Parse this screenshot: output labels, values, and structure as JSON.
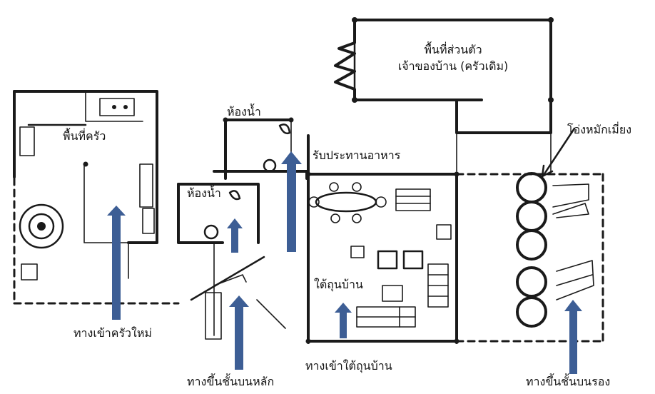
{
  "labels": {
    "kitchen": "พื้นที่ครัว",
    "bathroom_top": "ห้องน้ำ",
    "bathroom_left": "ห้องน้ำ",
    "private_line1": "พื้นที่ส่วนตัว",
    "private_line2": "เจ้าของบ้าน (ครัวเดิม)",
    "dining": "รับประทานอาหาร",
    "jar": "โอ่งหมักเมี่ยง",
    "under_house": "ใต้ถุนบ้าน",
    "entry_new_kitchen": "ทางเข้าครัวใหม่",
    "entry_under_house": "ทางเข้าใต้ถุนบ้าน",
    "main_stair": "ทางขึ้นชั้นบนหลัก",
    "secondary_stair": "ทางขึ้นชั้นบนรอง"
  },
  "colors": {
    "arrow": "#3d5e95",
    "ink": "#1a1a1a",
    "background": "#ffffff"
  }
}
